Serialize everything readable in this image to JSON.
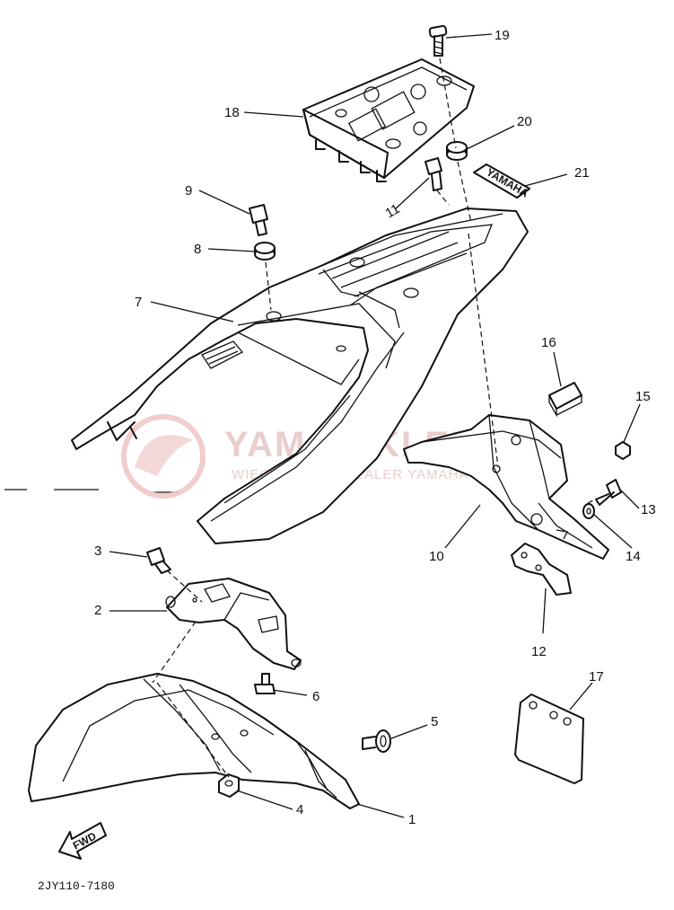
{
  "diagram_code": "2JY110-7180",
  "fwd_label": "FWD",
  "decal_text": "YAMAHA",
  "watermark": {
    "title": "YAMA-SKLEP.PL",
    "subtitle": "WIECHOWICZ | DEALER YAMAHA"
  },
  "callouts": [
    "1",
    "2",
    "3",
    "4",
    "5",
    "6",
    "7",
    "8",
    "9",
    "10",
    "11",
    "12",
    "13",
    "14",
    "15",
    "16",
    "17",
    "18",
    "19",
    "20",
    "21"
  ]
}
